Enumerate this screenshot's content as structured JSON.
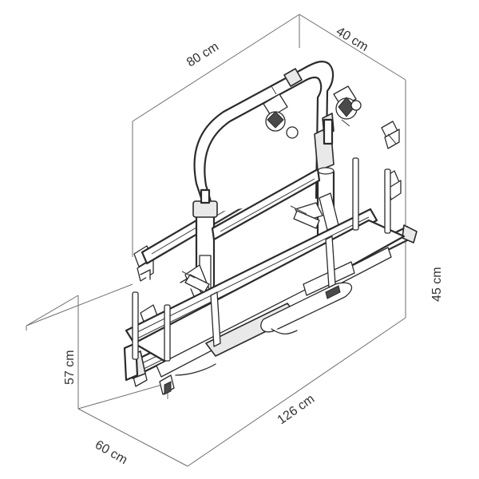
{
  "diagram": {
    "subject": "rear-mounted bike carrier rack",
    "dimensions": {
      "depth_top": "40 cm",
      "width_top": "80 cm",
      "height_right": "45 cm",
      "height_left": "57 cm",
      "length_bottom": "126 cm",
      "depth_bottom": "60 cm"
    }
  }
}
